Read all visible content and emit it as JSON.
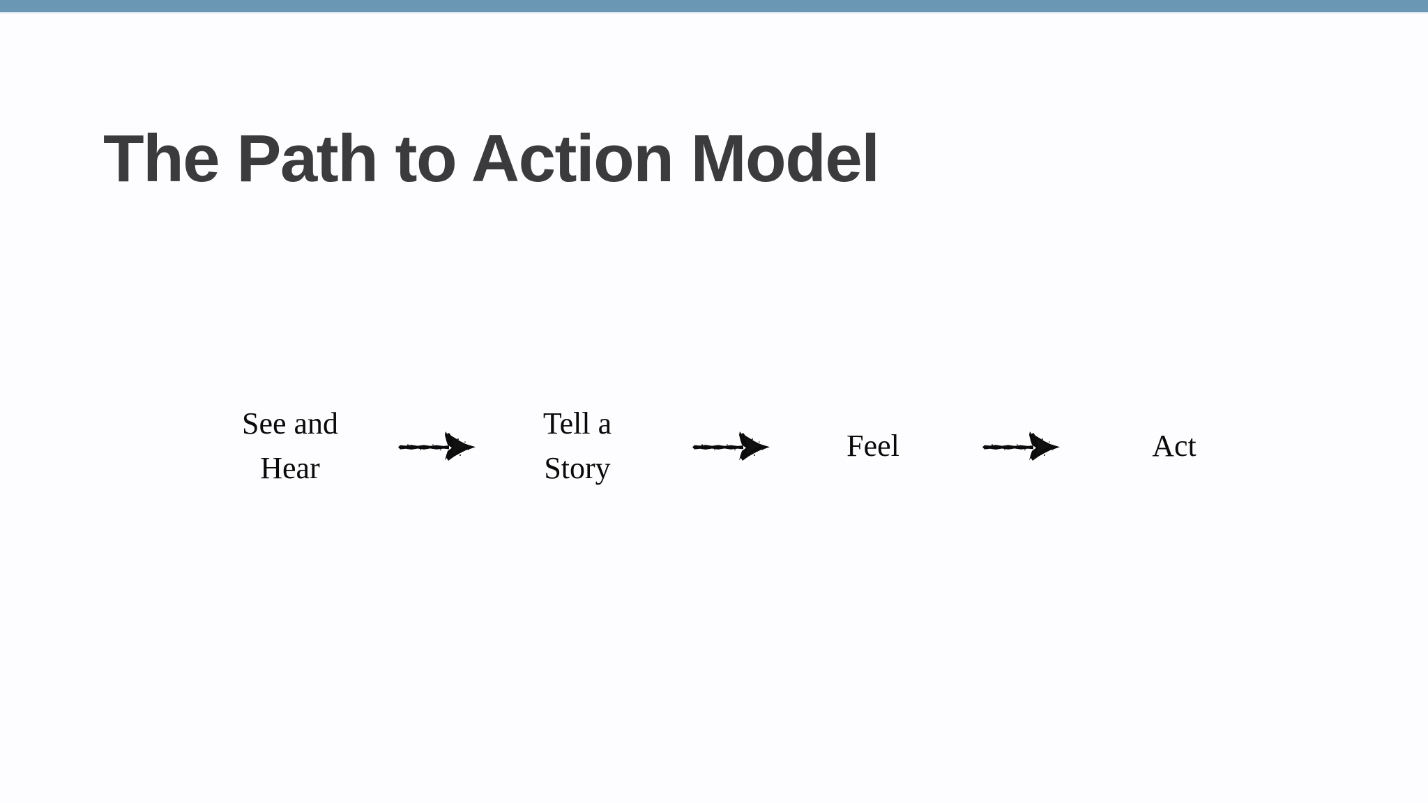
{
  "slide": {
    "title": "The Path to Action Model",
    "accent_color": "#6a98b4",
    "title_color": "#3b3b3d",
    "background_color": "#fdfdff",
    "text_color": "#0a0a0a"
  },
  "diagram": {
    "type": "horizontal-flow",
    "connector_icon": "rough-arrow-right-icon",
    "nodes": [
      {
        "label": "See and\nHear"
      },
      {
        "label": "Tell a\nStory"
      },
      {
        "label": "Feel"
      },
      {
        "label": "Act"
      }
    ],
    "connectors": [
      {
        "label": "arrow-1"
      },
      {
        "label": "arrow-2"
      },
      {
        "label": "arrow-3"
      }
    ]
  }
}
